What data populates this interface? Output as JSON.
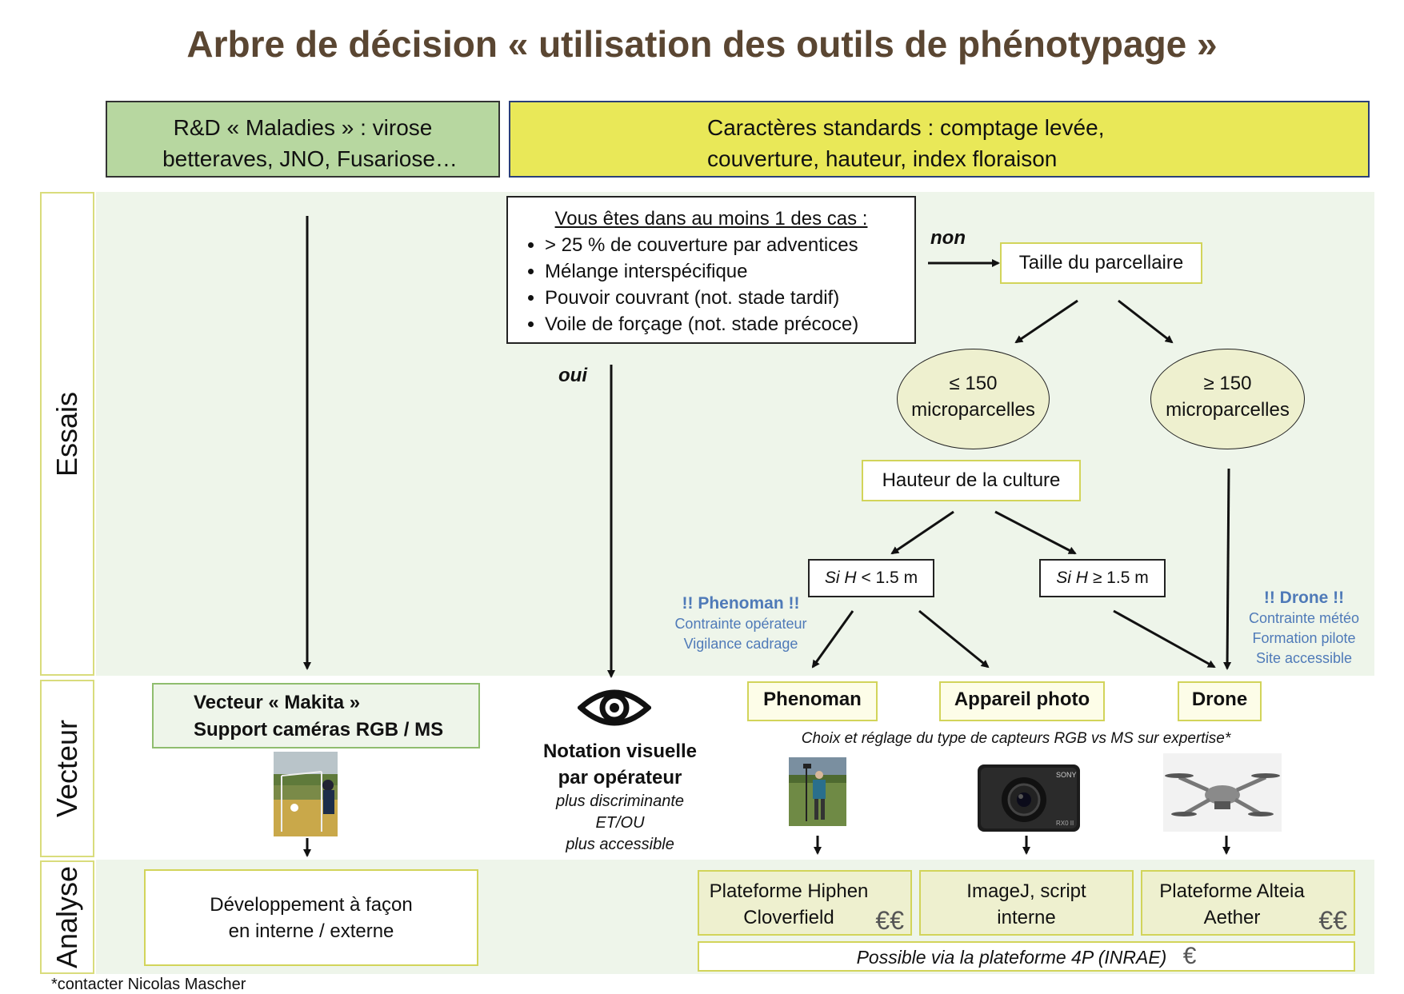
{
  "title": "Arbre de décision « utilisation des outils de phénotypage »",
  "headers": {
    "left_line1": "R&D « Maladies » : virose",
    "left_line2": "betteraves, JNO, Fusariose…",
    "right_line1": "Caractères standards : comptage levée,",
    "right_line2": "couverture, hauteur, index floraison"
  },
  "rows": {
    "essais": "Essais",
    "vecteur": "Vecteur",
    "analyse": "Analyse"
  },
  "conditions": {
    "title": "Vous êtes dans au moins 1 des cas :",
    "items": [
      "> 25 % de couverture par adventices",
      "Mélange interspécifique",
      "Pouvoir couvrant (not. stade tardif)",
      "Voile de forçage (not. stade précoce)"
    ]
  },
  "labels": {
    "non": "non",
    "oui": "oui"
  },
  "taille": "Taille du parcellaire",
  "small_plots": {
    "line1": "≤ 150",
    "line2": "microparcelles"
  },
  "large_plots": {
    "line1": "≥ 150",
    "line2": "microparcelles"
  },
  "hauteur": "Hauteur de la culture",
  "h_low": {
    "prefix": "Si H",
    "suffix": " < 1.5 m"
  },
  "h_high": {
    "prefix": "Si H",
    "suffix": " ≥ 1.5 m"
  },
  "phenoman_note": {
    "title": "!! Phenoman !!",
    "line1": "Contrainte opérateur",
    "line2": "Vigilance cadrage"
  },
  "drone_note": {
    "title": "!! Drone !!",
    "line1": "Contrainte météo",
    "line2": "Formation pilote",
    "line3": "Site accessible"
  },
  "vecteurs": {
    "makita_line1": "Vecteur « Makita »",
    "makita_line2": "Support caméras RGB / MS",
    "visual_line1": "Notation visuelle",
    "visual_line2": "par opérateur",
    "visual_sub1": "plus discriminante",
    "visual_sub2": "ET/OU",
    "visual_sub3": "plus accessible",
    "phenoman": "Phenoman",
    "appareil": "Appareil photo",
    "drone": "Drone",
    "capteurs": "Choix et réglage du type de capteurs RGB vs MS sur expertise*"
  },
  "camera_brand": "SONY",
  "camera_model": "RX0 II",
  "analyse": {
    "dev_line1": "Développement à façon",
    "dev_line2": "en interne / externe",
    "hiphen_line1": "Plateforme Hiphen",
    "hiphen_line2": "Cloverfield",
    "imagej_line1": "ImageJ, script",
    "imagej_line2": "interne",
    "alteia_line1": "Plateforme Alteia",
    "alteia_line2": "Aether",
    "cost_high": "€€",
    "cost_low": "€",
    "plateforme4p": "Possible via la plateforme 4P (INRAE)"
  },
  "footer": "*contacter Nicolas Mascher"
}
